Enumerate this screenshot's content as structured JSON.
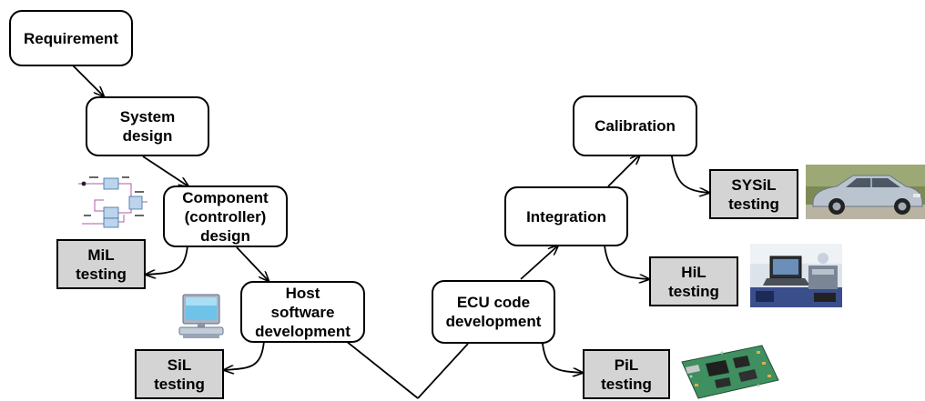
{
  "nodes": {
    "requirement": "Requirement",
    "system_design": "System\ndesign",
    "component_design": "Component\n(controller)\ndesign",
    "host_software": "Host\nsoftware\ndevelopment",
    "ecu_code": "ECU code\ndevelopment",
    "integration": "Integration",
    "calibration": "Calibration"
  },
  "testing": {
    "mil": "MiL\ntesting",
    "sil": "SiL\ntesting",
    "pil": "PiL\ntesting",
    "hil": "HiL\ntesting",
    "sysil": "SYSiL\ntesting"
  },
  "colors": {
    "box_border": "#000000",
    "testing_fill": "#d4d4d4",
    "node_fill": "#ffffff"
  },
  "images": {
    "mil": "simulink-model-diagram",
    "sil": "desktop-computer",
    "pil": "ecu-circuit-board",
    "hil": "hil-test-bench",
    "sysil": "silver-car"
  }
}
